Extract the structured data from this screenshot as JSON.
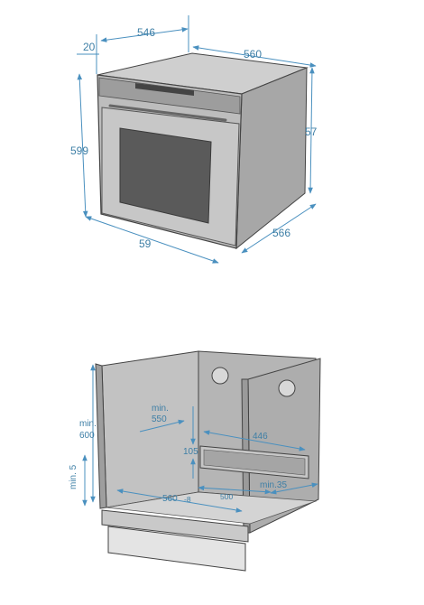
{
  "oven": {
    "width_label": "546",
    "front_depth_label": "20",
    "depth_label": "560",
    "height_label": "599",
    "side_height_label": "57",
    "front_width_label": "59",
    "side_depth_label": "566"
  },
  "cabinet": {
    "min_depth_label": "min.\n550",
    "min_height_label": "min.\n600",
    "min_5_label": "min. 5",
    "gap_105_label": "105",
    "width_446_label": "446",
    "bottom_width_label": "560",
    "bottom_tolerance_label": "-8",
    "inner_500_label": "500",
    "min_35_label": "min.35"
  },
  "colors": {
    "dimension": "#3e7fa6",
    "body_gray": "#b4b4b4",
    "body_dark": "#8f8f8f",
    "outline": "#444444"
  }
}
